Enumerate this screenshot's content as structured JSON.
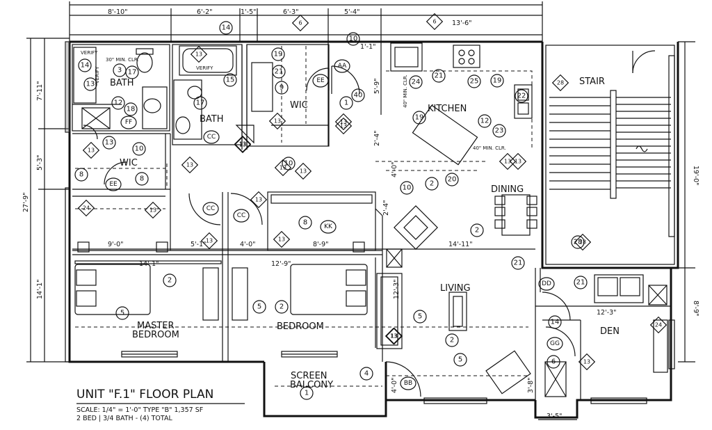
{
  "title": "UNIT \"F.1\" FLOOR PLAN",
  "subtitle_1": "SCALE: 1/4\" = 1'-0\"   TYPE \"B\"   1,357 SF",
  "subtitle_2": "2 BED | 3/4 BATH - (4) TOTAL",
  "rooms": {
    "bath_1": "BATH",
    "bath_2": "BATH",
    "wic_1": "WIC",
    "wic_2": "WIC",
    "kitchen": "KITCHEN",
    "stair": "STAIR",
    "dining": "DINING",
    "living": "LIVING",
    "den": "DEN",
    "master_1": "MASTER",
    "master_2": "BEDROOM",
    "bedroom": "BEDROOM",
    "screen_1": "SCREEN",
    "screen_2": "BALCONY"
  },
  "notes": {
    "verify_1": "VERIFY",
    "verify_2": "VERIFY",
    "verify_3": "VERIFY",
    "clr_1": "30\" MIN. CLR.",
    "clr_2": "40\" MIN. CLR.",
    "clr_3": "40\" MIN. CLR."
  },
  "dimensions": {
    "top_a": "8'-10\"",
    "top_b": "6'-2\"",
    "top_c": "1'-5\"",
    "top_d": "6'-3\"",
    "top_e": "5'-4\"",
    "top_f": "13'-6\"",
    "top_g": "1'-1\"",
    "left_a": "7'-11\"",
    "left_b": "5'-3\"",
    "left_c": "27'-9\"",
    "left_d": "14'-1\"",
    "mid_a": "5'-9\"",
    "mid_b": "2'-4\"",
    "mid_c": "4'-0\"",
    "mid_d": "2'-4\"",
    "row_a": "9'-0\"",
    "row_b": "5'-1\"",
    "row_c": "4'-0\"",
    "row_d": "8'-9\"",
    "row_e": "14'-11\"",
    "bed_a": "14'-1\"",
    "bed_b": "12'-9\"",
    "liv_a": "12'-3\"",
    "den_a": "12'-3\"",
    "right_a": "19'-0\"",
    "right_b": "8'-9\"",
    "bal_a": "4'-0\"",
    "den_b": "3'-8\"",
    "den_c": "3'-5\""
  },
  "circle_tags": [
    "14",
    "3",
    "17",
    "12",
    "18",
    "10",
    "13",
    "13",
    "14",
    "17",
    "15",
    "10",
    "19",
    "21",
    "9",
    "10",
    "1",
    "40",
    "21",
    "24",
    "25",
    "19",
    "22",
    "12",
    "23",
    "19",
    "20",
    "2",
    "10",
    "8",
    "8",
    "8",
    "2",
    "2",
    "2",
    "2",
    "5",
    "5",
    "5",
    "5",
    "4",
    "1",
    "6",
    "14",
    "21",
    "21",
    "28"
  ],
  "diamond_tags": [
    "6",
    "6",
    "13",
    "13",
    "13",
    "13",
    "13",
    "13",
    "13",
    "13",
    "13",
    "13",
    "13",
    "13",
    "13",
    "13",
    "13",
    "13",
    "13",
    "13",
    "24",
    "28",
    "28",
    "24",
    "13"
  ],
  "oval_tags": [
    "AA",
    "EE",
    "FF",
    "CC",
    "CC",
    "CC",
    "EE",
    "KK",
    "BB",
    "DD",
    "GG"
  ]
}
